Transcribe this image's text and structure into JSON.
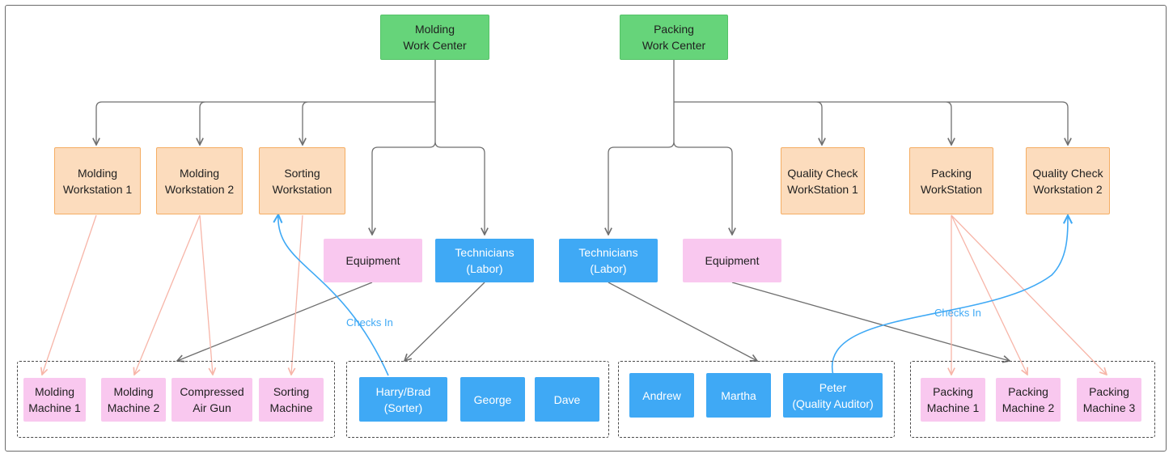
{
  "colors": {
    "work_center": "#66d47a",
    "workstation_fill": "#fcdcbd",
    "workstation_border": "#f5ad62",
    "resource": "#f9c8ef",
    "people": "#3fa9f5",
    "assignment_arrow": "#f7b5a8",
    "tree_arrow": "#6f6f6f",
    "checkin_arrow": "#3fa9f5"
  },
  "work_centers": {
    "molding": "Molding\nWork Center",
    "packing": "Packing\nWork Center"
  },
  "molding_children": {
    "workstation_1": "Molding\nWorkstation 1",
    "workstation_2": "Molding\nWorkstation 2",
    "sorting": "Sorting\nWorkstation",
    "equipment": "Equipment",
    "technicians": "Technicians\n(Labor)"
  },
  "packing_children": {
    "technicians": "Technicians\n(Labor)",
    "equipment": "Equipment",
    "quality_check_1": "Quality Check\nWorkStation 1",
    "packing_workstation": "Packing\nWorkStation",
    "quality_check_2": "Quality Check\nWorkstation 2"
  },
  "molding_machines": {
    "machine_1": "Molding\nMachine 1",
    "machine_2": "Molding\nMachine 2",
    "air_gun": "Compressed\nAir Gun",
    "sorting_machine": "Sorting\nMachine"
  },
  "molding_people": {
    "sorter": "Harry/Brad\n(Sorter)",
    "george": "George",
    "dave": "Dave"
  },
  "packing_people": {
    "andrew": "Andrew",
    "martha": "Martha",
    "auditor": "Peter\n(Quality Auditor)"
  },
  "packing_machines": {
    "machine_1": "Packing\nMachine 1",
    "machine_2": "Packing\nMachine 2",
    "machine_3": "Packing\nMachine 3"
  },
  "edge_labels": {
    "checks_in_left": "Checks In",
    "checks_in_right": "Checks In"
  }
}
